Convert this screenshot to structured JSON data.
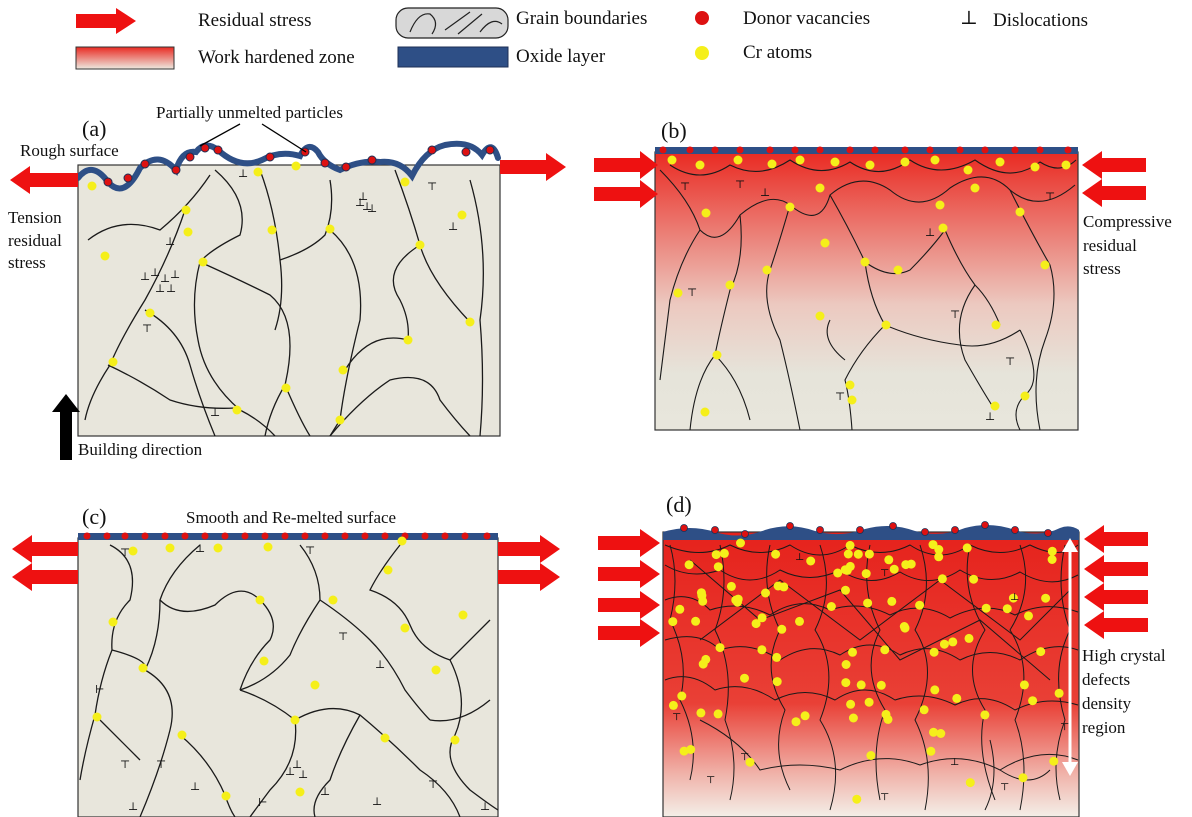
{
  "legend": {
    "residual_stress": "Residual stress",
    "work_hardened_zone": "Work hardened zone",
    "grain_boundaries": "Grain boundaries",
    "oxide_layer": "Oxide layer",
    "donor_vacancies": "Donor vacancies",
    "cr_atoms": "Cr atoms",
    "dislocations": "Dislocations",
    "dislocation_symbol": "⊥"
  },
  "panels": {
    "a": {
      "label": "(a)",
      "partially_unmelted": "Partially unmelted particles",
      "rough_surface": "Rough surface",
      "tension": [
        "Tension",
        "residual",
        "stress"
      ],
      "building_direction": "Building direction"
    },
    "b": {
      "label": "(b)",
      "compressive": [
        "Compressive",
        "residual",
        "stress"
      ]
    },
    "c": {
      "label": "(c)",
      "smooth_surface": "Smooth and Re-melted surface"
    },
    "d": {
      "label": "(d)",
      "high_defects": [
        "High crystal",
        "defects",
        "density",
        "region"
      ]
    }
  },
  "colors": {
    "stress_arrow": "#ee1111",
    "matrix": "#e8e6dc",
    "work_hardened": "#ea2a22",
    "oxide": "#2e4f86",
    "vacancy": "#dd1111",
    "cr_atom": "#f5ef1a"
  }
}
